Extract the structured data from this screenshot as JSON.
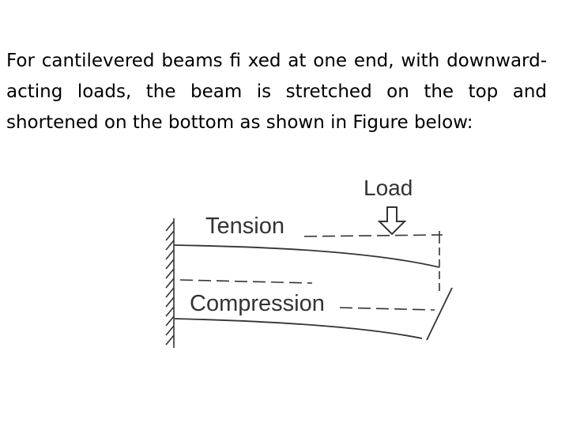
{
  "slide": {
    "paragraph": "For cantilevered beams fi xed at one end, with downward-acting loads, the beam is stretched on the top and shortened on the bottom as shown in Figure below:"
  },
  "figure": {
    "load_label": "Load",
    "tension_label": "Tension",
    "compression_label": "Compression",
    "icons": [
      "wall-hatch-icon",
      "down-arrow-icon"
    ]
  }
}
